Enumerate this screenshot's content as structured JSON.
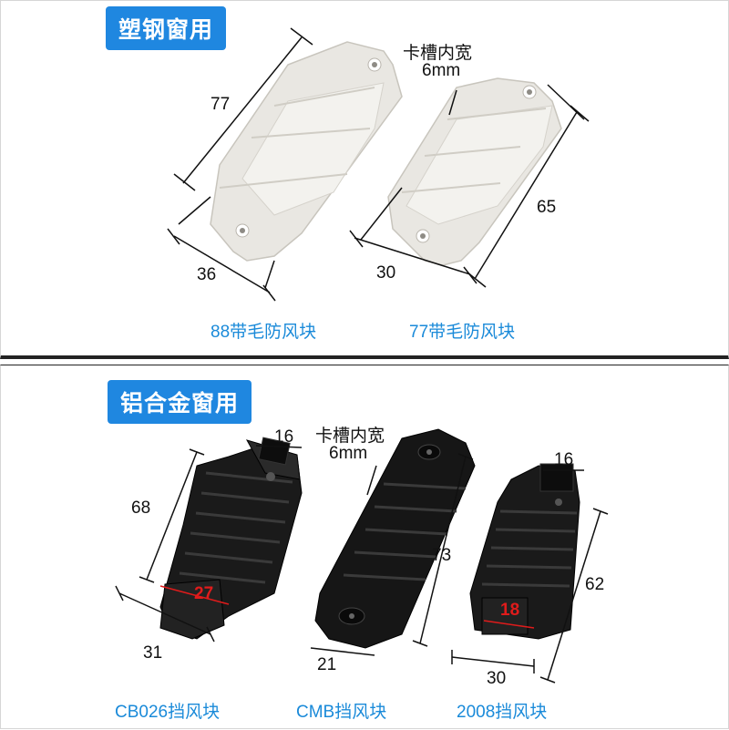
{
  "section_top": {
    "tag": "塑钢窗用",
    "callout": {
      "line1": "卡槽内宽",
      "line2": "6mm"
    },
    "items": [
      {
        "caption": "88带毛防风块",
        "length": "77",
        "width": "36"
      },
      {
        "caption": "77带毛防风块",
        "length": "65",
        "width": "30"
      }
    ]
  },
  "section_bottom": {
    "tag": "铝合金窗用",
    "callout": {
      "line1": "卡槽内宽",
      "line2": "6mm"
    },
    "items": [
      {
        "caption": "CB026挡风块",
        "length": "68",
        "width": "31",
        "slot": "16",
        "inner": "27"
      },
      {
        "caption": "CMB挡风块",
        "length": "73",
        "width": "21"
      },
      {
        "caption": "2008挡风块",
        "length": "62",
        "width": "30",
        "slot": "16",
        "inner": "18"
      }
    ]
  },
  "colors": {
    "tag_bg": "#1f87e0",
    "caption": "#1a8ad9",
    "highlight_dim": "#e01b1b"
  }
}
